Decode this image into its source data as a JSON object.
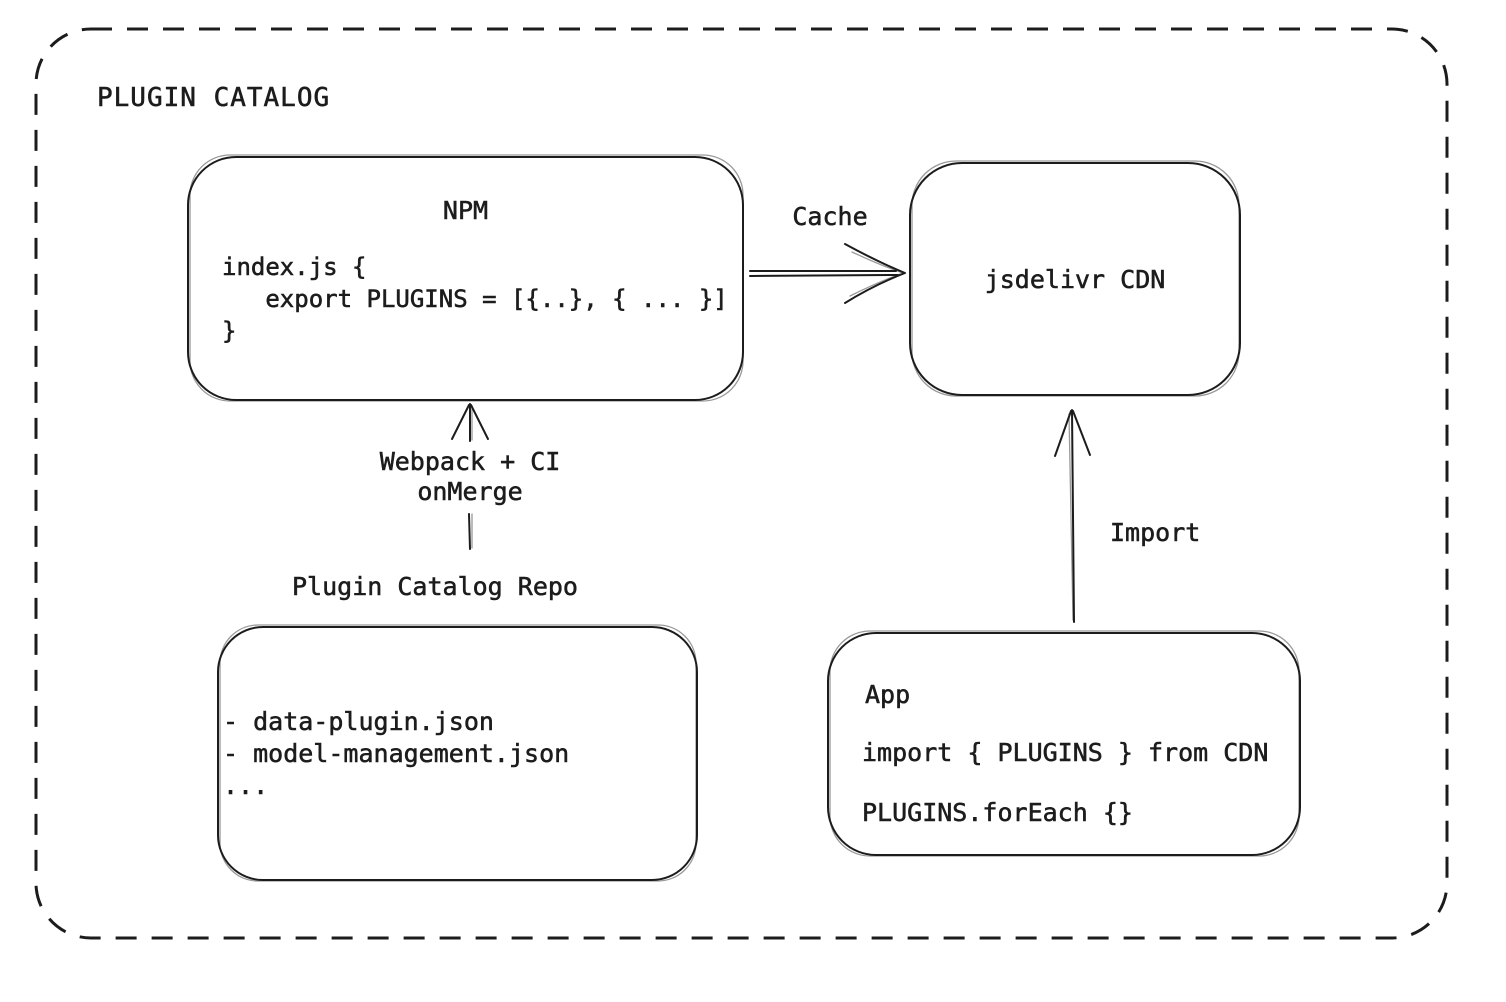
{
  "canvas": {
    "background": "#ffffff",
    "stroke_color": "#1c1c1c"
  },
  "container": {
    "title": "PLUGIN CATALOG"
  },
  "nodes": {
    "npm": {
      "title": "NPM",
      "code": {
        "line1": "index.js {",
        "line2": "   export PLUGINS = [{..}, { ... }]",
        "line3": "}"
      }
    },
    "cdn": {
      "label": "jsdelivr CDN"
    },
    "repo": {
      "label": "Plugin Catalog Repo",
      "files": {
        "line1": "- data-plugin.json",
        "line2": "- model-management.json",
        "line3": "..."
      }
    },
    "app": {
      "title": "App",
      "code": {
        "line1": "import { PLUGINS } from CDN",
        "line2": "PLUGINS.forEach {}"
      }
    }
  },
  "edges": {
    "cache": {
      "label": "Cache",
      "from": "NPM",
      "to": "jsdelivr CDN"
    },
    "build": {
      "label_line1": "Webpack + CI",
      "label_line2": "onMerge",
      "from": "Plugin Catalog Repo",
      "to": "NPM"
    },
    "import": {
      "label": "Import",
      "from": "App",
      "to": "jsdelivr CDN"
    }
  }
}
